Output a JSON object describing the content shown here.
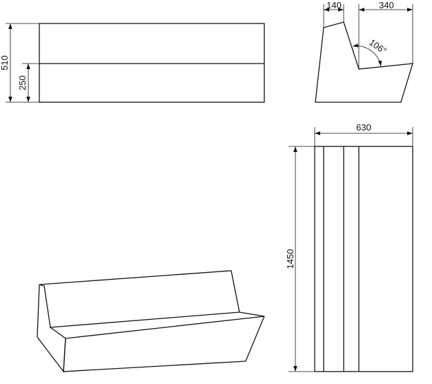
{
  "colors": {
    "line": "#111111",
    "background": "#ffffff"
  },
  "dimensions": {
    "front_total_height": "510",
    "front_seat_height": "250",
    "side_back_thickness": "140",
    "side_seat_depth": "340",
    "side_back_angle": "106°",
    "top_depth": "630",
    "top_length": "1450"
  }
}
